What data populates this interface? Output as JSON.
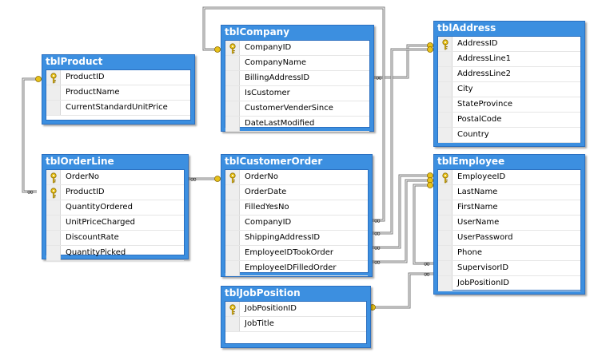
{
  "tables": {
    "tblProduct": {
      "title": "tblProduct",
      "columns": [
        {
          "name": "ProductID",
          "pk": true
        },
        {
          "name": "ProductName",
          "pk": false
        },
        {
          "name": "CurrentStandardUnitPrice",
          "pk": false
        }
      ]
    },
    "tblCompany": {
      "title": "tblCompany",
      "columns": [
        {
          "name": "CompanyID",
          "pk": true
        },
        {
          "name": "CompanyName",
          "pk": false
        },
        {
          "name": "BillingAddressID",
          "pk": false
        },
        {
          "name": "IsCustomer",
          "pk": false
        },
        {
          "name": "CustomerVenderSince",
          "pk": false
        },
        {
          "name": "DateLastModified",
          "pk": false
        }
      ]
    },
    "tblAddress": {
      "title": "tblAddress",
      "columns": [
        {
          "name": "AddressID",
          "pk": true
        },
        {
          "name": "AddressLine1",
          "pk": false
        },
        {
          "name": "AddressLine2",
          "pk": false
        },
        {
          "name": "City",
          "pk": false
        },
        {
          "name": "StateProvince",
          "pk": false
        },
        {
          "name": "PostalCode",
          "pk": false
        },
        {
          "name": "Country",
          "pk": false
        }
      ]
    },
    "tblOrderLine": {
      "title": "tblOrderLine",
      "columns": [
        {
          "name": "OrderNo",
          "pk": true
        },
        {
          "name": "ProductID",
          "pk": true
        },
        {
          "name": "QuantityOrdered",
          "pk": false
        },
        {
          "name": "UnitPriceCharged",
          "pk": false
        },
        {
          "name": "DiscountRate",
          "pk": false
        },
        {
          "name": "QuantityPicked",
          "pk": false
        }
      ]
    },
    "tblCustomerOrder": {
      "title": "tblCustomerOrder",
      "columns": [
        {
          "name": "OrderNo",
          "pk": true
        },
        {
          "name": "OrderDate",
          "pk": false
        },
        {
          "name": "FilledYesNo",
          "pk": false
        },
        {
          "name": "CompanyID",
          "pk": false
        },
        {
          "name": "ShippingAddressID",
          "pk": false
        },
        {
          "name": "EmployeeIDTookOrder",
          "pk": false
        },
        {
          "name": "EmployeeIDFilledOrder",
          "pk": false
        }
      ]
    },
    "tblEmployee": {
      "title": "tblEmployee",
      "columns": [
        {
          "name": "EmployeeID",
          "pk": true
        },
        {
          "name": "LastName",
          "pk": false
        },
        {
          "name": "FirstName",
          "pk": false
        },
        {
          "name": "UserName",
          "pk": false
        },
        {
          "name": "UserPassword",
          "pk": false
        },
        {
          "name": "Phone",
          "pk": false
        },
        {
          "name": "SupervisorID",
          "pk": false
        },
        {
          "name": "JobPositionID",
          "pk": false
        }
      ]
    },
    "tblJobPosition": {
      "title": "tblJobPosition",
      "columns": [
        {
          "name": "JobPositionID",
          "pk": true
        },
        {
          "name": "JobTitle",
          "pk": false
        }
      ]
    }
  },
  "relationships": [
    {
      "from": "tblOrderLine",
      "to": "tblProduct"
    },
    {
      "from": "tblOrderLine",
      "to": "tblCustomerOrder"
    },
    {
      "from": "tblCompany",
      "to": "tblAddress"
    },
    {
      "from": "tblCustomerOrder",
      "to": "tblCompany"
    },
    {
      "from": "tblCustomerOrder",
      "to": "tblAddress"
    },
    {
      "from": "tblCustomerOrder",
      "to": "tblEmployee"
    },
    {
      "from": "tblEmployee",
      "to": "tblEmployee"
    },
    {
      "from": "tblEmployee",
      "to": "tblJobPosition"
    }
  ],
  "colors": {
    "header": "#3c8fe0",
    "border": "#2a6fc0",
    "key": "#e8c21a",
    "line": "#7a7a7a"
  },
  "icons": {
    "primary_key": "key-icon",
    "one_end": "key-end-icon",
    "many_end": "infinity-icon"
  }
}
